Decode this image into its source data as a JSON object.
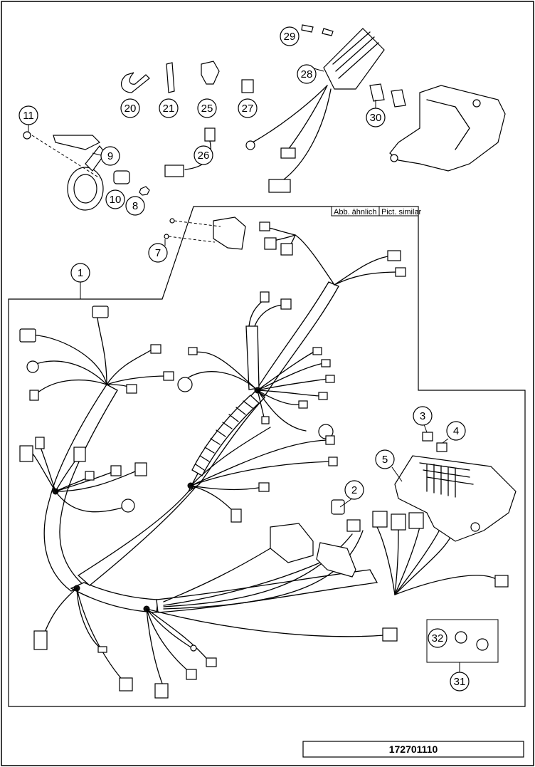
{
  "callouts": [
    {
      "id": "c1",
      "label": "1"
    },
    {
      "id": "c2",
      "label": "2"
    },
    {
      "id": "c3",
      "label": "3"
    },
    {
      "id": "c4",
      "label": "4"
    },
    {
      "id": "c5",
      "label": "5"
    },
    {
      "id": "c7",
      "label": "7"
    },
    {
      "id": "c8",
      "label": "8"
    },
    {
      "id": "c9",
      "label": "9"
    },
    {
      "id": "c10",
      "label": "10"
    },
    {
      "id": "c11",
      "label": "11"
    },
    {
      "id": "c20",
      "label": "20"
    },
    {
      "id": "c21",
      "label": "21"
    },
    {
      "id": "c25",
      "label": "25"
    },
    {
      "id": "c26",
      "label": "26"
    },
    {
      "id": "c27",
      "label": "27"
    },
    {
      "id": "c28",
      "label": "28"
    },
    {
      "id": "c29",
      "label": "29"
    },
    {
      "id": "c30",
      "label": "30"
    },
    {
      "id": "c31",
      "label": "31"
    },
    {
      "id": "c32",
      "label": "32"
    }
  ],
  "tags": {
    "abb": "Abb. ähnlich",
    "pict": "Pict. similar"
  },
  "document_number": "172701110"
}
